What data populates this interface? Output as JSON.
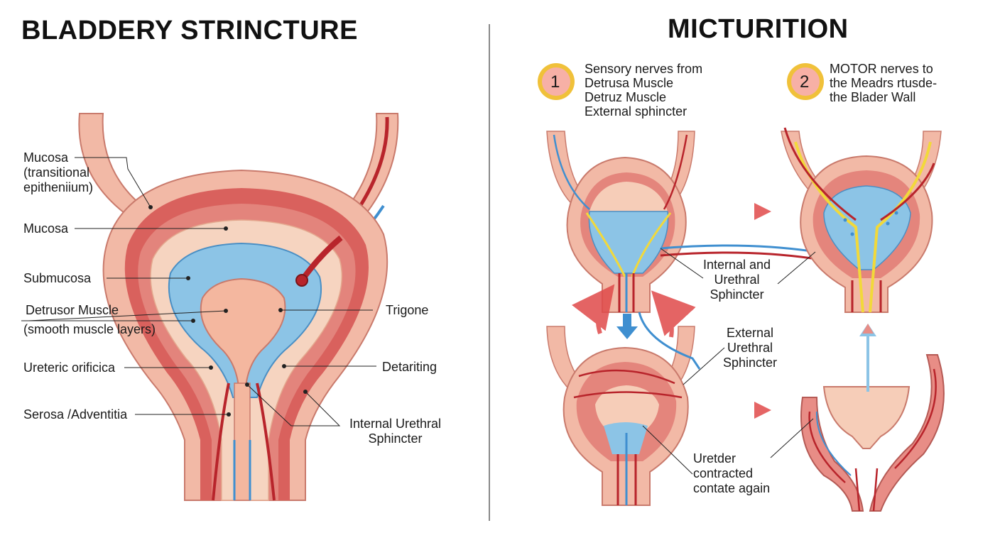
{
  "left_panel": {
    "title": "BLADDERY STRINCTURE",
    "labels": {
      "mucosa_1_line1": "Mucosa",
      "mucosa_1_line2": "(transitional",
      "mucosa_1_line3": "epitheniium)",
      "mucosa_2": "Mucosa",
      "submucosa": "Submucosa",
      "detrusor_line1": "Detrusor Muscle",
      "detrusor_line2": "(smooth muscle layers)",
      "ureteric": "Ureteric orificica",
      "serosa": "Serosa /Adventitia",
      "trigone": "Trigone",
      "detariting": "Detariting",
      "internal_line1": "Internal Urethral",
      "internal_line2": "Sphincter"
    }
  },
  "right_panel": {
    "title": "MICTURITION",
    "steps": [
      {
        "number": "1",
        "lines": [
          "Sensory nerves from",
          "Detrusa Muscle",
          "Detruz Muscle",
          "External sphincter"
        ]
      },
      {
        "number": "2",
        "lines": [
          "MOTOR nerves to",
          "the Meadrs rtusde-",
          "the Blader Wall"
        ]
      }
    ],
    "labels": {
      "internal_line1": "Internal and",
      "internal_line2": "Urethral",
      "internal_line3": "Sphincter",
      "external_line1": "External",
      "external_line2": "Urethral",
      "external_line3": "Sphincter",
      "ureter_line1": "Uretder",
      "ureter_line2": "contracted",
      "ureter_line3": "contate again"
    }
  },
  "colors": {
    "outer_wall": "#f2b9a6",
    "muscle": "#d9615d",
    "submucosa": "#f6d4c0",
    "urine_blue": "#8cc4e6",
    "lumen": "#f4b79f",
    "nerve_yellow": "#f2d93a",
    "vessel_red": "#b8242b",
    "vessel_blue": "#3f8fd0",
    "arrow_red": "#e04a4a",
    "badge_gold": "#f0c13a"
  }
}
